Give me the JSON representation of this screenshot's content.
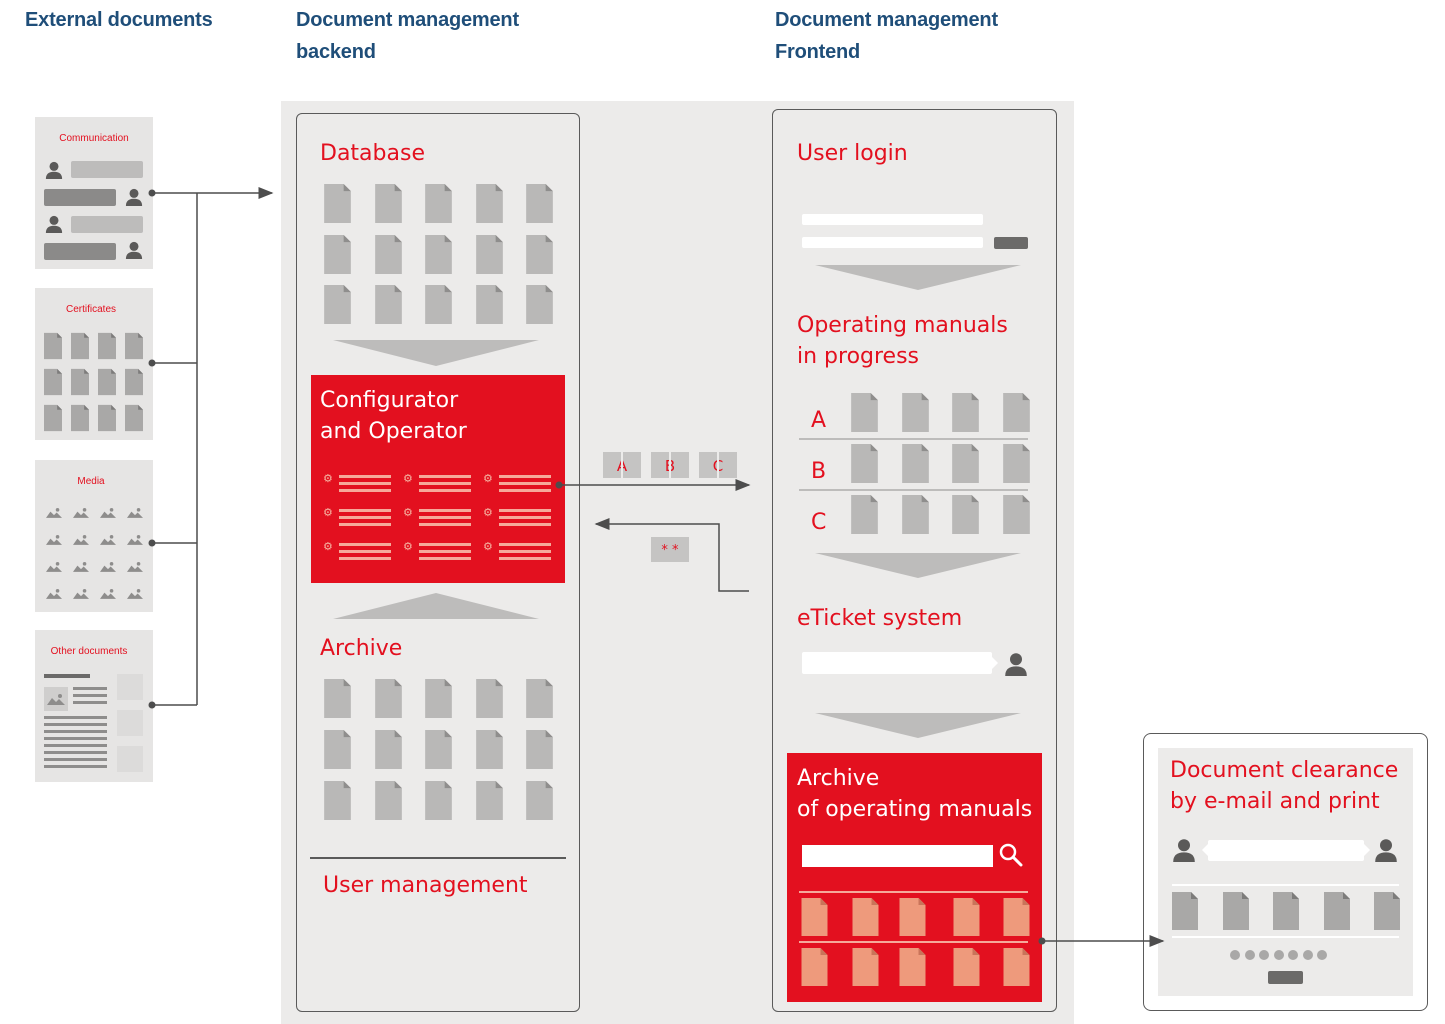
{
  "headers": {
    "external": "External documents",
    "backend": [
      "Document management",
      "backend"
    ],
    "frontend": [
      "Document management",
      "Frontend"
    ]
  },
  "external_cards": {
    "communication": "Communication",
    "certificates": "Certificates",
    "media": "Media",
    "other": "Other documents"
  },
  "backend": {
    "database": "Database",
    "configurator": [
      "Configurator",
      "and Operator"
    ],
    "archive": "Archive",
    "user_management": "User management"
  },
  "transfer": {
    "tags": [
      "A",
      "B",
      "C"
    ],
    "return_tag": "* *"
  },
  "frontend": {
    "user_login": "User login",
    "manuals_in_progress": [
      "Operating manuals",
      "in progress"
    ],
    "rows": [
      "A",
      "B",
      "C"
    ],
    "eticket": "eTicket system",
    "archive_manuals": [
      "Archive",
      "of operating manuals"
    ]
  },
  "clearance": [
    "Document clearance",
    "by e-mail and print"
  ],
  "colors": {
    "red": "#e3101f",
    "heading_blue": "#1f4e79",
    "doc_grey": "#b9b8b7",
    "panel_bg": "#ecebea",
    "salmon_doc": "#ee9a7c"
  },
  "icons": {
    "document": "document-icon",
    "person": "person-icon",
    "gear": "gear-icon",
    "image": "image-icon",
    "search": "search-icon"
  }
}
